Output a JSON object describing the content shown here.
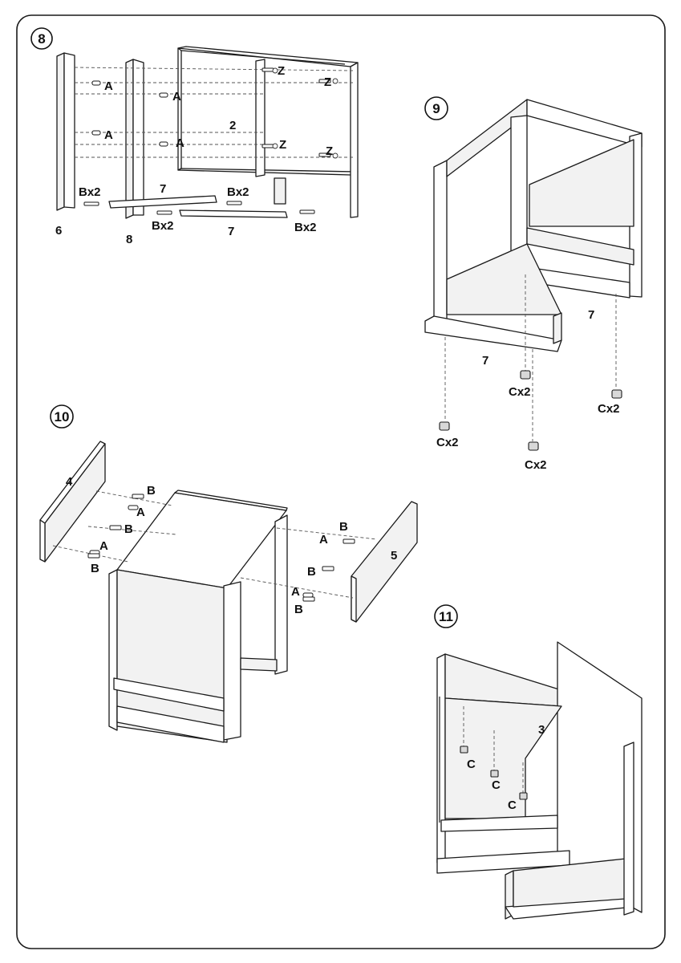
{
  "steps": [
    {
      "number": "8",
      "labels": {
        "a1": "A",
        "a2": "A",
        "a3": "A",
        "a4": "A",
        "z1": "Z",
        "z2": "Z",
        "z3": "Z",
        "z4": "Z",
        "panel2": "2",
        "b1": "Bx2",
        "b2": "Bx2",
        "b3": "Bx2",
        "b4": "Bx2",
        "rail7a": "7",
        "rail7b": "7",
        "leg6": "6",
        "leg8": "8"
      }
    },
    {
      "number": "9",
      "labels": {
        "rail7a": "7",
        "rail7b": "7",
        "c1": "Cx2",
        "c2": "Cx2",
        "c3": "Cx2",
        "c4": "Cx2"
      }
    },
    {
      "number": "10",
      "labels": {
        "panel4": "4",
        "panel5": "5",
        "b1": "B",
        "a1": "A",
        "b2": "B",
        "a2": "A",
        "b3": "B",
        "a3": "A",
        "b4": "B",
        "b5": "B",
        "a4": "A",
        "b6": "B"
      }
    },
    {
      "number": "11",
      "labels": {
        "panel3": "3",
        "c1": "C",
        "c2": "C",
        "c3": "C"
      }
    }
  ]
}
